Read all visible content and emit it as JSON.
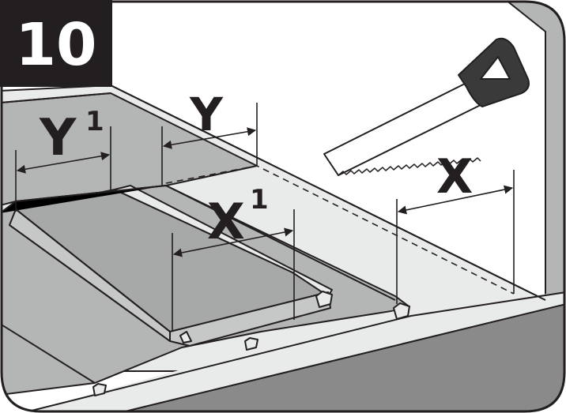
{
  "step": {
    "number": "10"
  },
  "dimensions": {
    "y_prime": {
      "letter": "Y",
      "superscript": "1"
    },
    "y": {
      "letter": "Y"
    },
    "x_prime": {
      "letter": "X",
      "superscript": "1"
    },
    "x": {
      "letter": "X"
    }
  },
  "colors": {
    "ink": "#231f20",
    "wall": "#ffffff",
    "floor_light": "#e9ebea",
    "panel_gray": "#b4b5b5",
    "board_top": "#a7a8a8",
    "floor_dark": "#8a8a8a",
    "badge": "#231f20"
  }
}
